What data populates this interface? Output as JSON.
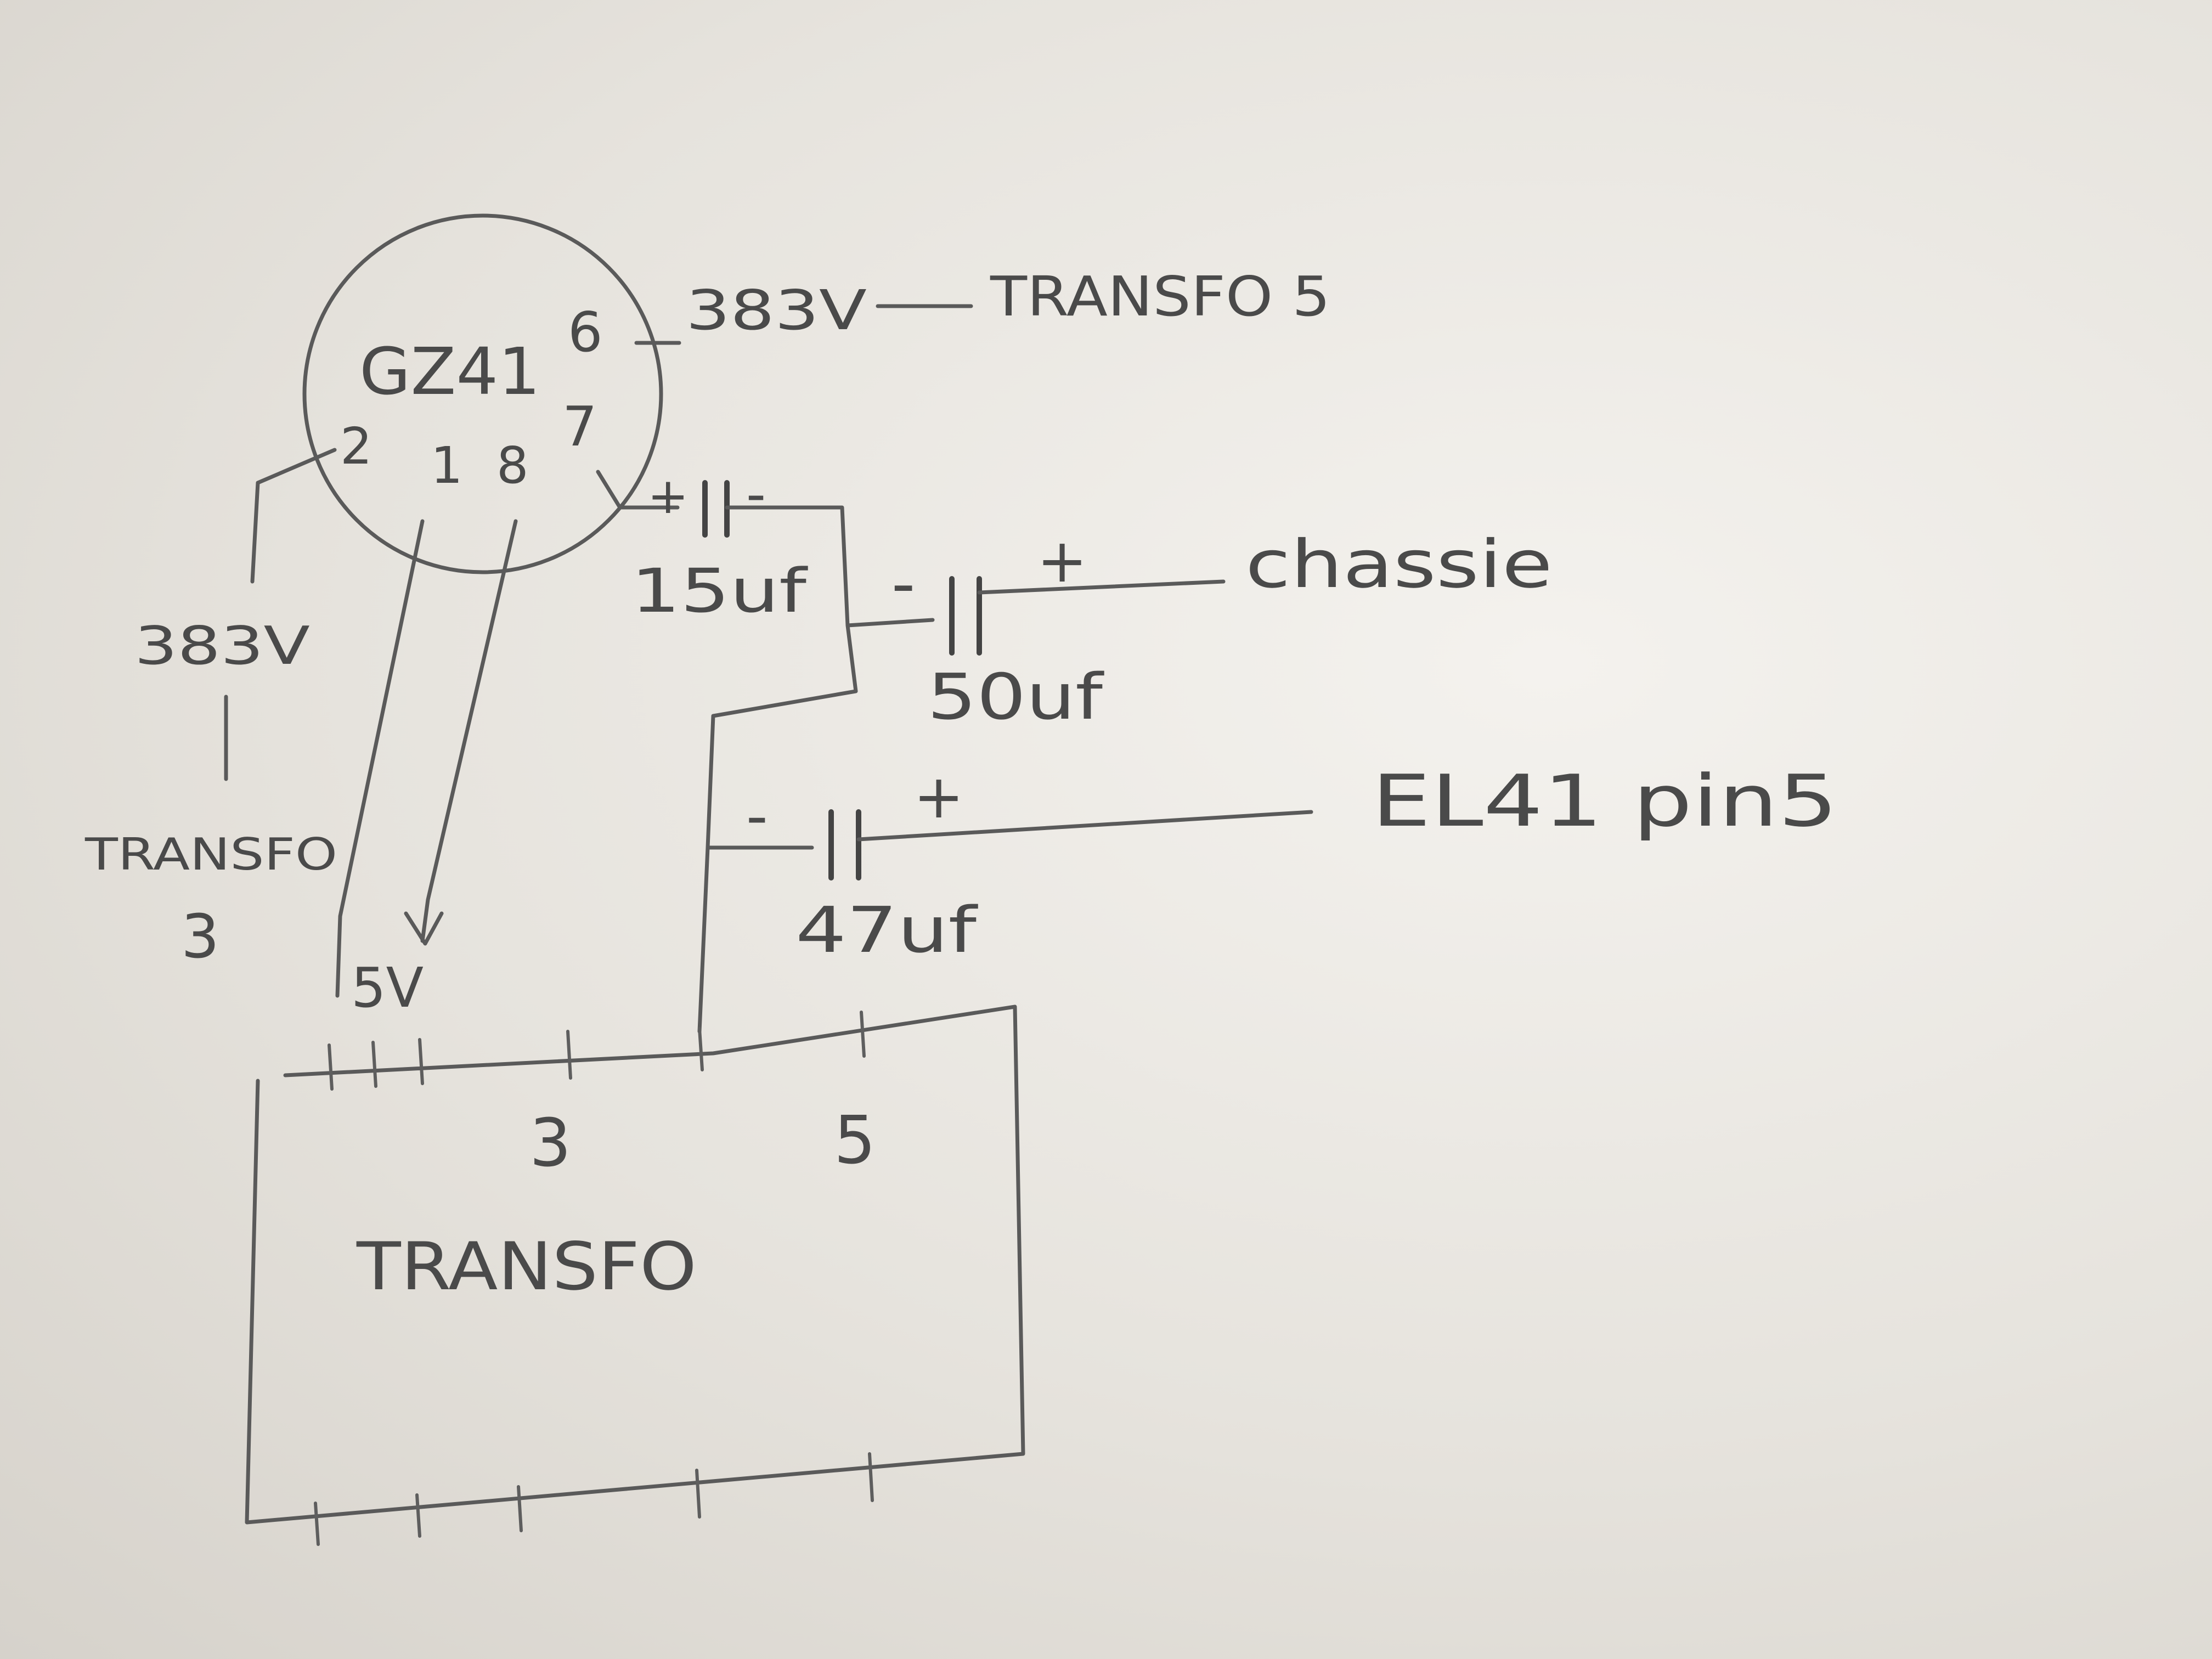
{
  "tube": {
    "name": "GZ41",
    "pins": {
      "p6": "6",
      "p7": "7",
      "p2": "2",
      "p1": "1",
      "p8": "8"
    }
  },
  "labels": {
    "pin6_voltage": "383V",
    "pin6_target": "TRANSFO 5",
    "left_voltage": "383V",
    "left_target_line1": "TRANSFO",
    "left_target_line2": "3",
    "heater": "5V",
    "chassis": "chassie",
    "el41": "EL41 pin5"
  },
  "capacitors": {
    "c15": {
      "value": "15uf",
      "plus": "+",
      "minus": "-"
    },
    "c50": {
      "value": "50uf",
      "plus": "+",
      "minus": "-"
    },
    "c47": {
      "value": "47uf",
      "plus": "+",
      "minus": "-"
    }
  },
  "transformer": {
    "label": "TRANSFO",
    "terminals": {
      "t3": "3",
      "t5": "5"
    }
  }
}
